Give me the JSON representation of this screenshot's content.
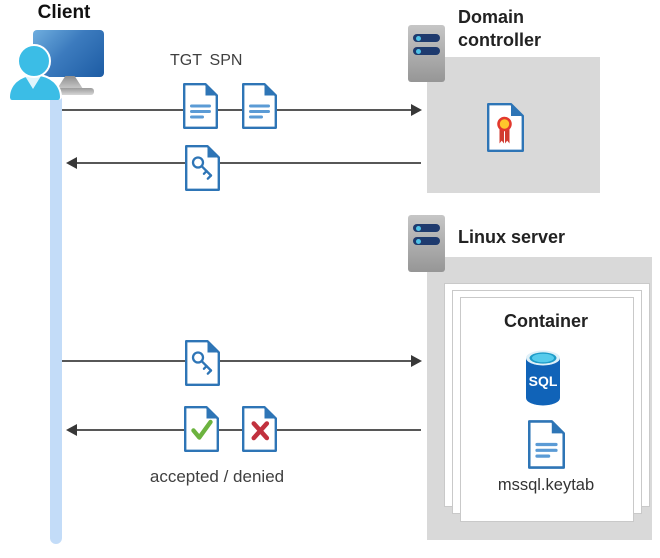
{
  "client": {
    "label": "Client"
  },
  "flow": {
    "tgt_label": "TGT",
    "spn_label": "SPN",
    "accepted_denied_label": "accepted / denied"
  },
  "domain_controller": {
    "title": "Domain controller"
  },
  "linux_server": {
    "title": "Linux server",
    "container": {
      "title": "Container",
      "sql_badge": "SQL",
      "keytab_label": "mssql.keytab"
    }
  },
  "colors": {
    "doc_border_blue": "#2E75B6",
    "doc_line_blue": "#5B9BD5",
    "accepted_green": "#6CB33F",
    "denied_red": "#C1313E",
    "person_cyan": "#3BBDE6",
    "lifeline_blue": "#C3DCF8",
    "zone_gray": "#D9D9D9",
    "arrow_gray": "#575757",
    "server_bar_navy": "#1E3A6E",
    "sql_body_blue": "#1063B8",
    "certificate_seal_yellow": "#FFC72C",
    "certificate_ribbon_red": "#D13B30"
  }
}
